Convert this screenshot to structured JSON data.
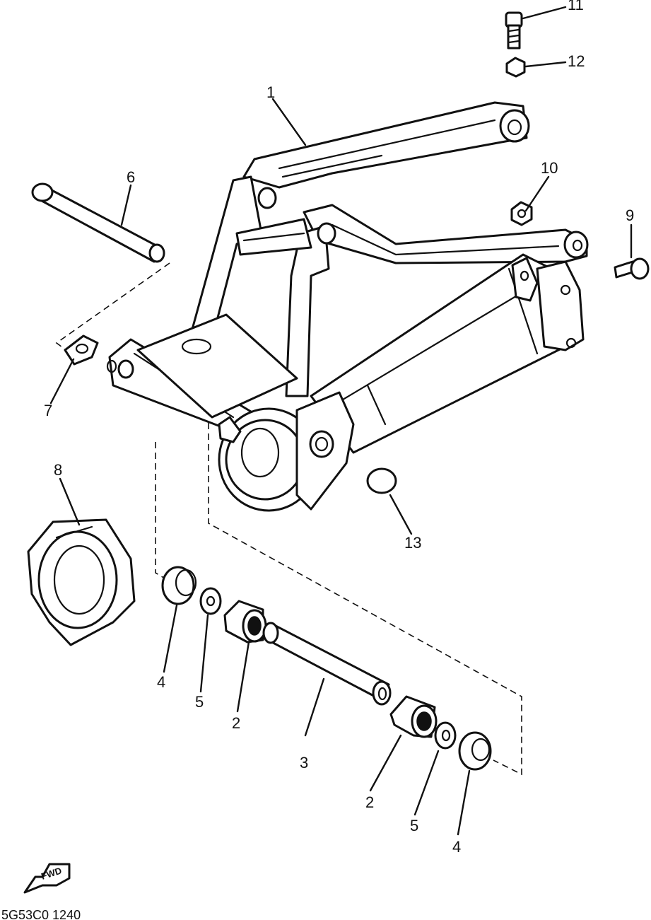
{
  "labels": {
    "p1": "1",
    "p2a": "2",
    "p2b": "2",
    "p3": "3",
    "p4a": "4",
    "p4b": "4",
    "p5a": "5",
    "p5b": "5",
    "p6": "6",
    "p7": "7",
    "p8": "8",
    "p9": "9",
    "p10": "10",
    "p11": "11",
    "p12": "12",
    "p13": "13"
  },
  "footer": {
    "code": "5G53C0 1240",
    "logo": "FWD"
  }
}
